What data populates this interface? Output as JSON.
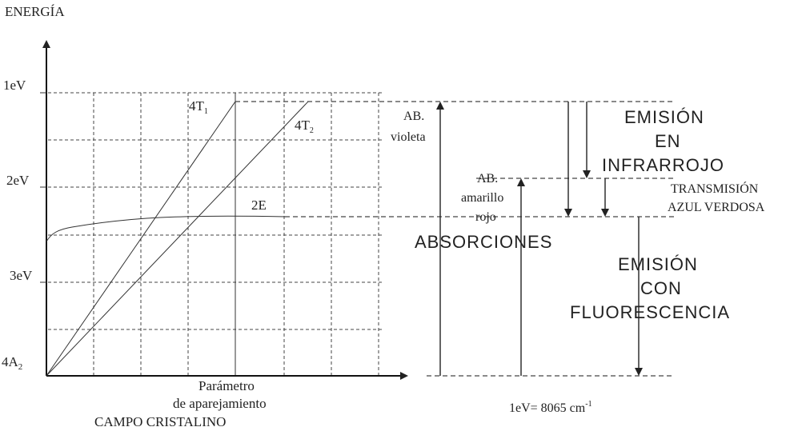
{
  "axis": {
    "y_title": "ENERGÍA",
    "ticks": [
      "3eV",
      "2eV",
      "1eV"
    ],
    "origin_state": {
      "base": "4A",
      "sub": "2"
    },
    "x_title_line1": "Parámetro",
    "x_title_line2": "de aparejamiento",
    "x_title_line3": "CAMPO CRISTALINO"
  },
  "curves": {
    "t1": {
      "base": "4T",
      "sub": "1"
    },
    "t2": {
      "base": "4T",
      "sub": "2"
    },
    "e": "2E"
  },
  "labels": {
    "ab_violeta_1": "AB.",
    "ab_violeta_2": "violeta",
    "ab_amarillo_1": "AB.",
    "ab_amarillo_2": "amarillo",
    "ab_amarillo_3": "rojo",
    "absorciones": "ABSORCIONES",
    "emision_ir_1": "EMISIÓN",
    "emision_ir_2": "EN",
    "emision_ir_3": "INFRARROJO",
    "transmision_1": "TRANSMISIÓN",
    "transmision_2": "AZUL VERDOSA",
    "fluor_1": "EMISIÓN",
    "fluor_2": "CON",
    "fluor_3": "FLUORESCENCIA"
  },
  "conversion": {
    "text": "1eV= 8065 cm",
    "sup": "-1"
  }
}
